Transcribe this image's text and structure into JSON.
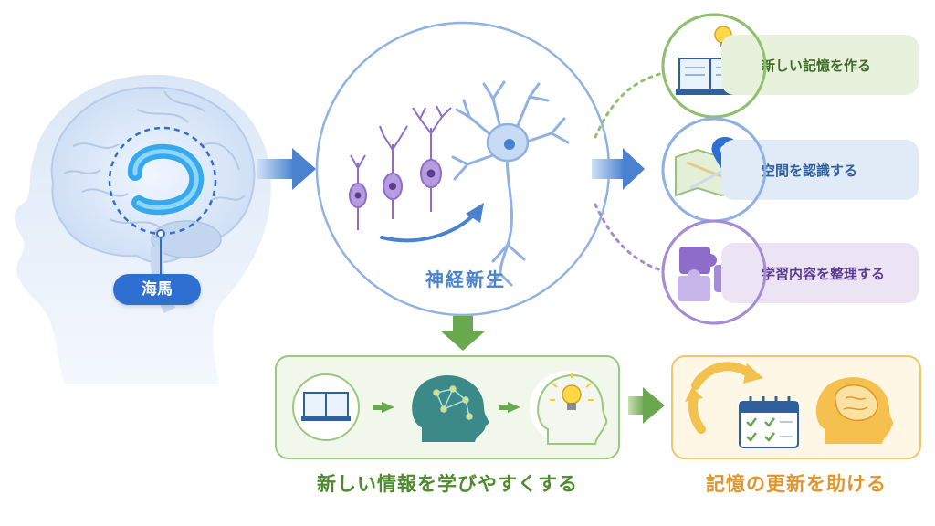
{
  "hippocampus_label": "海馬",
  "center": {
    "caption": "神経新生"
  },
  "outcomes": [
    {
      "label": "新しい記憶を作る",
      "color": "#6aa84f",
      "icon": "book-pencil-bulb-icon"
    },
    {
      "label": "空間を認識する",
      "color": "#4a82cf",
      "icon": "map-pin-icon"
    },
    {
      "label": "学習内容を整理する",
      "color": "#8e6cc9",
      "icon": "puzzle-icon"
    }
  ],
  "bottom_left": {
    "caption": "新しい情報を学びやすくする",
    "icons": [
      "open-book-icon",
      "brain-network-head-icon",
      "lightbulb-head-icon"
    ]
  },
  "bottom_right": {
    "caption": "記憶の更新を助ける",
    "icons": [
      "cycle-arrows-icon",
      "calendar-checklist-icon",
      "brain-head-icon"
    ]
  },
  "colors": {
    "blue": "#4a82cf",
    "green": "#6aa84f",
    "purple": "#8e6cc9",
    "orange": "#e0962a",
    "hippo": "#2f6fd1"
  }
}
